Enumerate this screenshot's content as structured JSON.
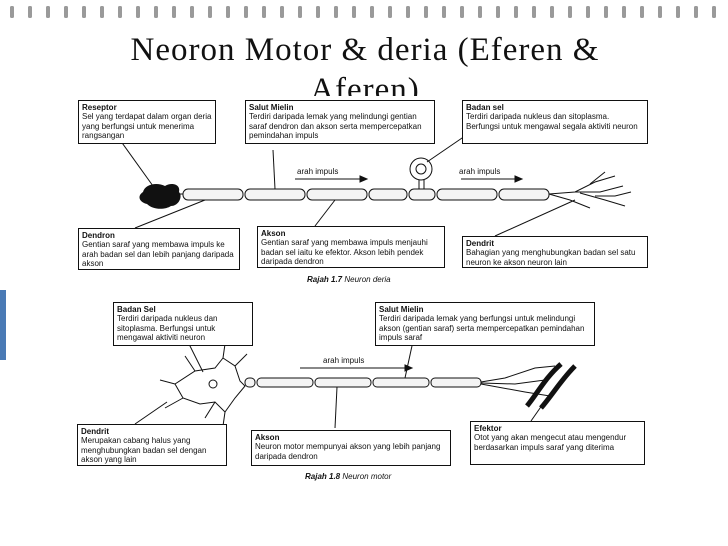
{
  "slide": {
    "title_line1": "Neoron  Motor  &  deria  (Eferen  &",
    "title_line2": "Aferen)"
  },
  "sensory": {
    "reseptor": {
      "title": "Reseptor",
      "text": "Sel yang terdapat dalam organ deria yang berfungsi untuk menerima rangsangan"
    },
    "salut_mielin": {
      "title": "Salut Mielin",
      "text": "Terdiri daripada lemak yang melindungi gentian saraf dendron dan akson serta mempercepatkan pemindahan impuls"
    },
    "badan_sel": {
      "title": "Badan sel",
      "text": "Terdiri daripada nukleus dan sitoplasma. Berfungsi untuk mengawal segala aktiviti neuron"
    },
    "dendron": {
      "title": "Dendron",
      "text": "Gentian saraf yang membawa impuls ke arah badan sel dan lebih panjang daripada akson"
    },
    "akson": {
      "title": "Akson",
      "text": "Gentian saraf yang membawa impuls menjauhi badan sel iaitu ke efektor. Akson lebih pendek daripada dendron"
    },
    "dendrit": {
      "title": "Dendrit",
      "text": "Bahagian yang menghubungkan badan sel satu neuron ke akson neuron lain"
    },
    "arrow_label_1": "arah impuls",
    "arrow_label_2": "arah impuls",
    "caption_num": "Rajah 1.7",
    "caption_text": "Neuron deria"
  },
  "motor": {
    "badan_sel": {
      "title": "Badan Sel",
      "text": "Terdiri daripada nukleus dan sitoplasma. Berfungsi untuk mengawal aktiviti neuron"
    },
    "salut_mielin": {
      "title": "Salut Mielin",
      "text": "Terdiri daripada lemak yang berfungsi untuk melindungi akson (gentian saraf) serta mempercepatkan pemindahan impuls saraf"
    },
    "dendrit": {
      "title": "Dendrit",
      "text": "Merupakan cabang halus yang menghubungkan badan sel dengan akson yang lain"
    },
    "akson": {
      "title": "Akson",
      "text": "Neuron motor mempunyai akson yang lebih panjang daripada dendron"
    },
    "efektor": {
      "title": "Efektor",
      "text": "Otot yang akan mengecut atau mengendur berdasarkan impuls saraf yang diterima"
    },
    "arrow_label": "arah impuls",
    "caption_num": "Rajah 1.8",
    "caption_text": "Neuron motor"
  }
}
